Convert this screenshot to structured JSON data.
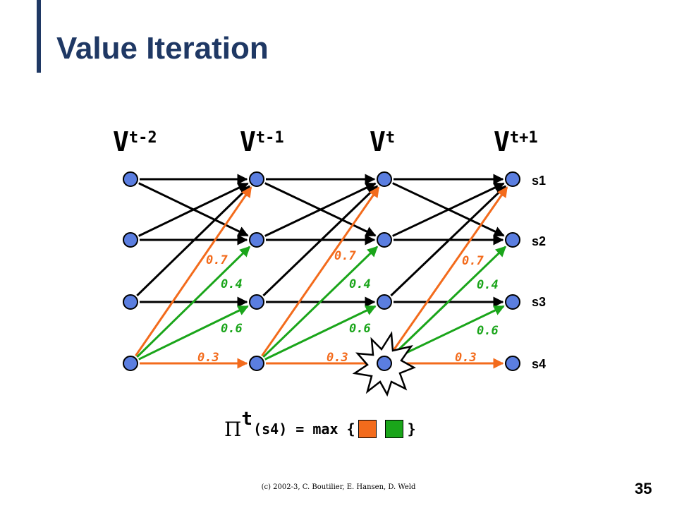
{
  "slide": {
    "title": "Value Iteration",
    "footer": "(c) 2002-3, C. Boutilier, E. Hansen, D. Weld",
    "page_number": "35"
  },
  "columns": [
    {
      "main": "V",
      "sup": "t-2"
    },
    {
      "main": "V",
      "sup": "t-1"
    },
    {
      "main": "V",
      "sup": "t"
    },
    {
      "main": "V",
      "sup": "t+1"
    }
  ],
  "states": [
    "s1",
    "s2",
    "s3",
    "s4"
  ],
  "colors": {
    "node_fill": "#5b7ee0",
    "node_stroke": "#000000",
    "action_orange": "#f36b1c",
    "action_green": "#1aa51a",
    "black_edge": "#000000",
    "title": "#1f3864"
  },
  "transitions": {
    "black": [
      [
        0,
        0
      ],
      [
        0,
        1
      ],
      [
        1,
        0
      ],
      [
        1,
        1
      ],
      [
        2,
        0
      ],
      [
        2,
        2
      ]
    ],
    "orange": [
      [
        3,
        0,
        "0.7"
      ],
      [
        3,
        3,
        "0.3"
      ]
    ],
    "green": [
      [
        3,
        1,
        "0.4"
      ],
      [
        3,
        2,
        "0.6"
      ]
    ]
  },
  "highlight": {
    "column": 2,
    "state": 3,
    "icon": "starburst-icon"
  },
  "policy": {
    "pi": "Π",
    "sup": "t",
    "text": "(s4) = max {",
    "close": "}",
    "swatches": [
      "action_orange",
      "action_green"
    ]
  }
}
